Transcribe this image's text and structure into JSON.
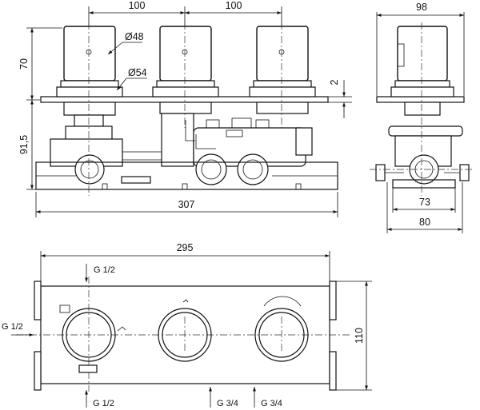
{
  "front_view": {
    "dims": {
      "top_spacing_left": "100",
      "top_spacing_right": "100",
      "cap_diameter": "Ø48",
      "rosette_diameter": "Ø54",
      "cap_height": "70",
      "plate_thickness": "2",
      "body_height": "91,5",
      "overall_length": "307"
    }
  },
  "side_view": {
    "dims": {
      "depth_top": "98",
      "bracket_inner": "73",
      "bracket_outer": "80"
    }
  },
  "plan_view": {
    "dims": {
      "plate_length": "295",
      "plate_height": "110"
    },
    "connections": {
      "top_left": "G 1/2",
      "side_left": "G 1/2",
      "bottom_left": "G 1/2",
      "bottom_mid": "G 3/4",
      "bottom_right": "G 3/4"
    }
  }
}
